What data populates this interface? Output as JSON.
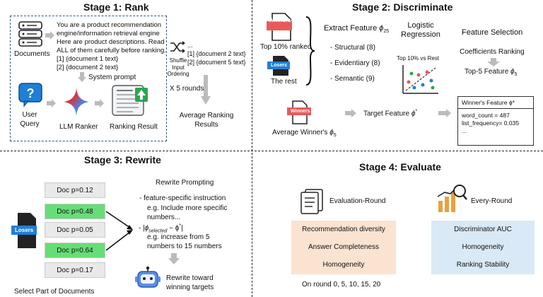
{
  "stage1": {
    "title": "Stage 1: Rank",
    "documents_label": "Documents",
    "prompt_lines": [
      "You are a product recommendation",
      "engine/information retrieval engine",
      "Here are product descriptions. Read",
      "ALL of them carefully before ranking.",
      "[1] {document 1 text}",
      "[2] {document 2 text}"
    ],
    "system_prompt_label": "System prompt",
    "user_query_label": [
      "User",
      "Query"
    ],
    "llm_ranker_label": "LLM Ranker",
    "ranking_result_label": "Ranking Result",
    "shuffle_label": [
      "Shuffle",
      "Input",
      "Ordering"
    ],
    "shuffled_lines": [
      "...",
      "[1] {document 2 text}",
      "[2] {document 5 text}"
    ],
    "rounds_label": "X 5 rounds",
    "average_label": [
      "Average Ranking",
      "Results"
    ]
  },
  "stage2": {
    "title": "Stage 2: Discriminate",
    "winners_badge": "Winners",
    "losers_badge": "Losers",
    "top_label": "Top 10% ranked",
    "rest_label": "The rest",
    "extract_label": "Extract Feature",
    "extract_symbol": "ϕ",
    "extract_sub": "25",
    "features": [
      "- Structural (8)",
      "- Evidentiary (8)",
      "- Semantic (9)"
    ],
    "logreg_label": [
      "Logistic",
      "Regression"
    ],
    "top_vs_rest": "Top 10% vs Rest",
    "feature_selection": "Feature Selection",
    "coef_ranking": "Coefficients Ranking",
    "top5_label": "Top-5 Feature",
    "top5_symbol": "ϕ",
    "top5_sub": "5",
    "avg_winner_label": "Average Winner's",
    "avg_winner_symbol": "ϕ",
    "avg_winner_sub": "5",
    "target_label": "Target Feature",
    "target_symbol": "ϕ",
    "target_sup": "*",
    "winners_feature_header": "Winner's Feature ϕ*",
    "winners_feature_lines": [
      "word_count = 487",
      "list_frequency= 0.035",
      "..."
    ]
  },
  "stage3": {
    "title": "Stage 3: Rewrite",
    "docs": [
      {
        "label": "Doc  p=0.12",
        "selected": false
      },
      {
        "label": "Doc  p=0.48",
        "selected": true
      },
      {
        "label": "Doc  p=0.05",
        "selected": false
      },
      {
        "label": "Doc  p=0.64",
        "selected": true
      },
      {
        "label": "Doc  p=0.17",
        "selected": false
      }
    ],
    "losers_badge": "Losers",
    "select_label": "Select Part of Documents",
    "rewrite_prompting": "Rewrite Prompting",
    "instruction_title": "- feature-specific instruction",
    "instruction_example": [
      "e.g. Include more specific",
      "numbers..."
    ],
    "delta_prefix": "- |",
    "delta_phi": "ϕ",
    "delta_sub": "selected",
    "delta_mid": " − ϕ",
    "delta_sup": "*",
    "delta_suffix": "|",
    "delta_example": [
      "e.g. increase from 5",
      "numbers to 15 numbers"
    ],
    "rewrite_toward": [
      "Rewrite toward",
      "winning targets"
    ]
  },
  "stage4": {
    "title": "Stage 4: Evaluate",
    "eval_round_label": "Evaluation-Round",
    "every_round_label": "Every-Round",
    "eval_metrics": [
      "Recommendation diversity",
      "Answer Completeness",
      "Homogeneity"
    ],
    "every_metrics": [
      "Discriminator AUC",
      "Homogeneity",
      "Ranking Stability"
    ],
    "rounds_note": "On round 0, 5, 10, 15, 20"
  },
  "colors": {
    "badge_red": "#e85a5a",
    "green_doc": "#66dd77",
    "gray_doc": "#e9e9e9",
    "orange_metric": "#fbe3d1",
    "blue_metric": "#d9e9f5",
    "dash_blue": "#33558a"
  }
}
